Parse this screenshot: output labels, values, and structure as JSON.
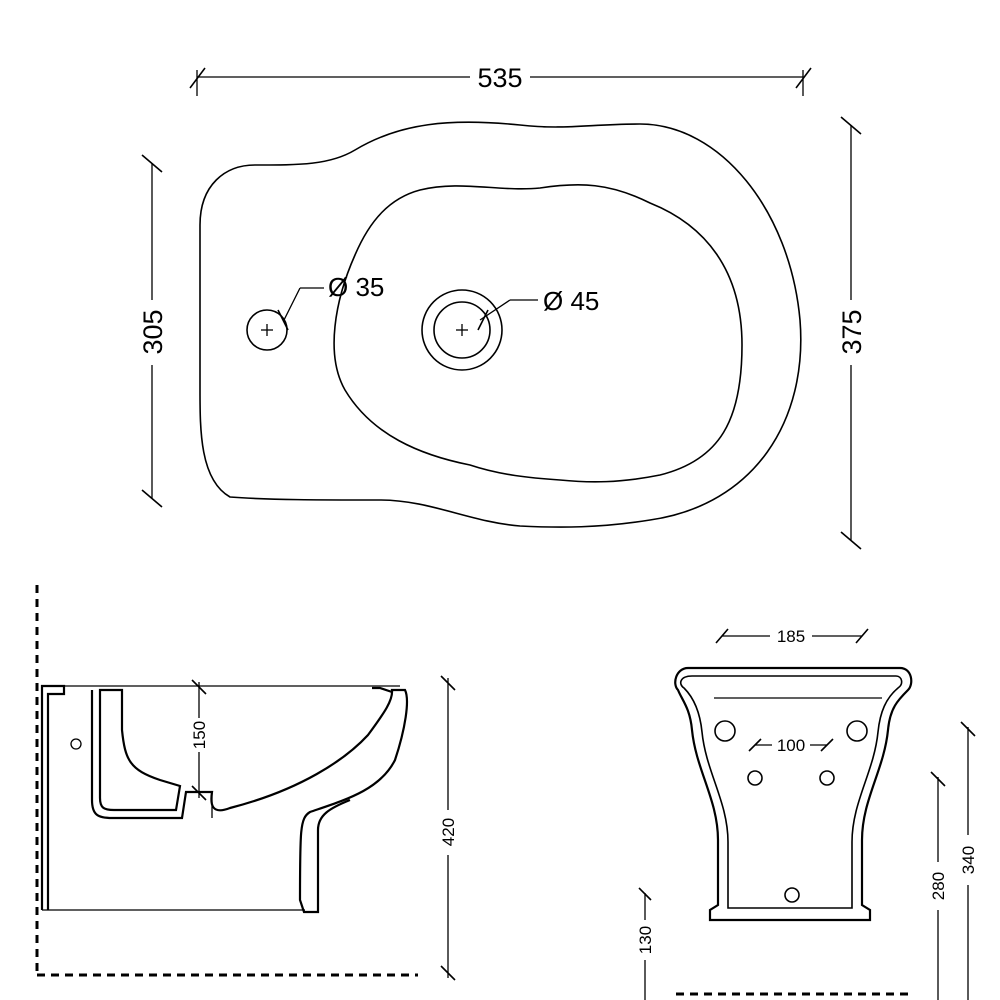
{
  "top_view": {
    "width_dim": "535",
    "height_left_dim": "305",
    "height_right_dim": "375",
    "small_hole_label": "Ø 35",
    "large_hole_label": "Ø 45"
  },
  "side_view": {
    "height_dim": "420",
    "bowl_depth_dim": "150"
  },
  "front_view": {
    "top_width_dim": "185",
    "hole_spacing_dim": "100",
    "dim_280": "280",
    "dim_340": "340",
    "dim_130": "130"
  }
}
